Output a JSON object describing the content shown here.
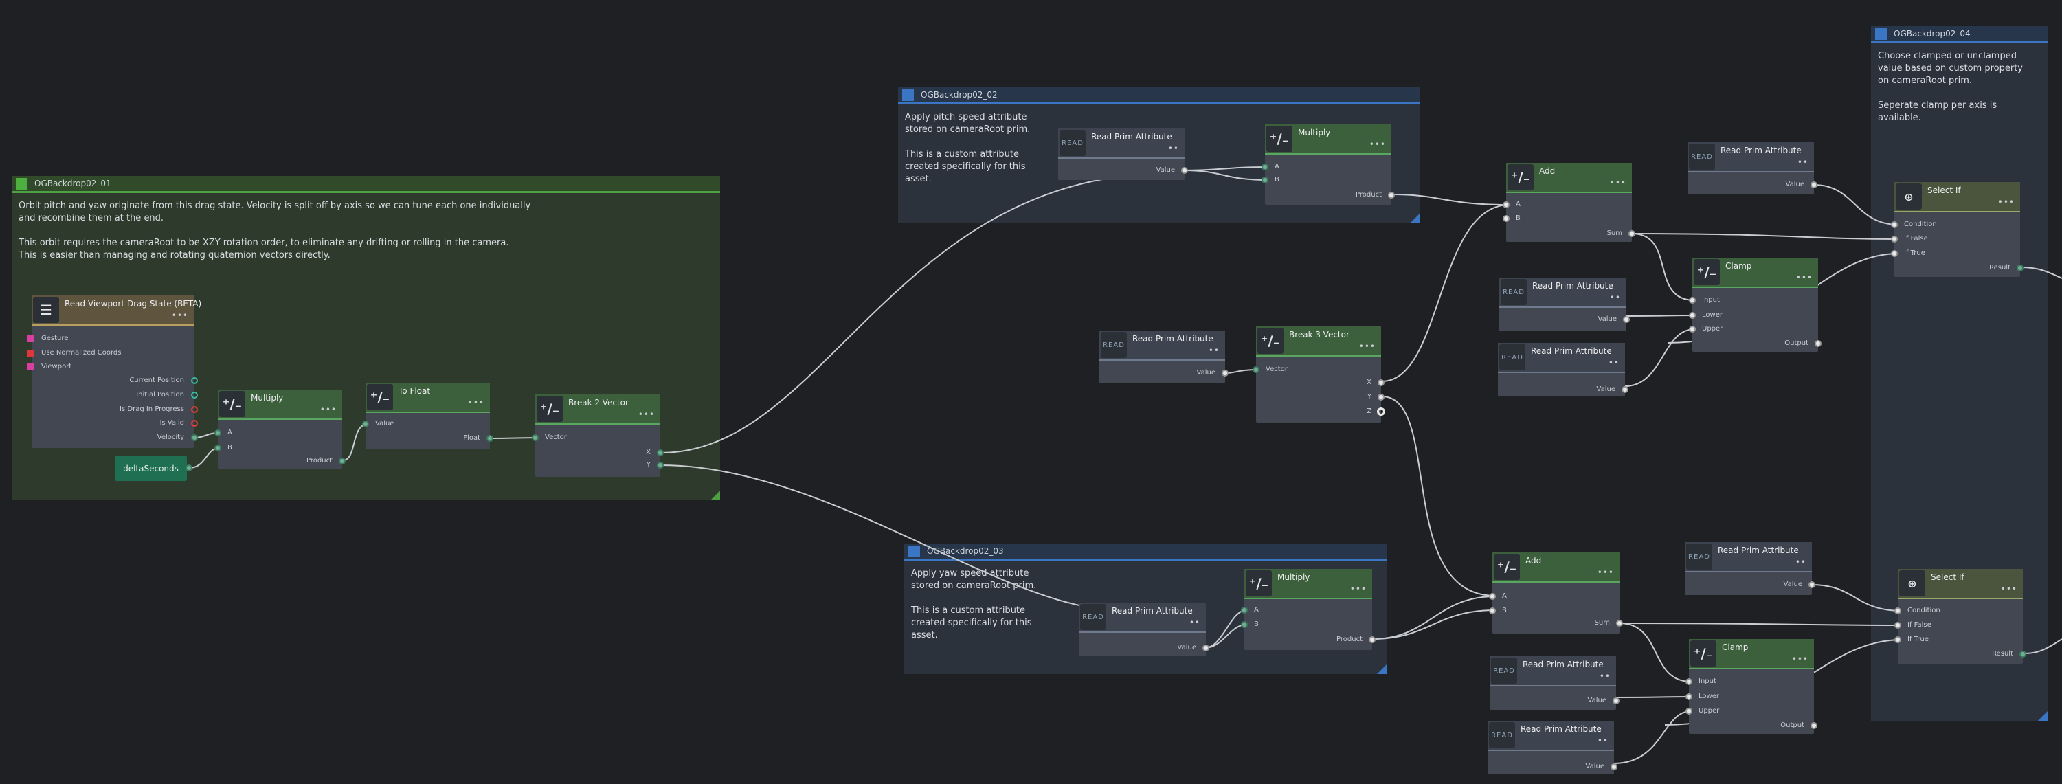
{
  "backdrops": {
    "bd01": {
      "title": "OGBackdrop02_01",
      "desc1": "Orbit pitch and yaw originate from this drag state. Velocity is split off by axis so we can tune each one individually\nand recombine them at the end.",
      "desc2": "This orbit requires the cameraRoot to be XZY rotation order, to eliminate any drifting or rolling in the camera.\nThis is easier than managing and rotating quaternion vectors directly."
    },
    "bd02": {
      "title": "OGBackdrop02_02",
      "desc1": "Apply pitch speed attribute\nstored on cameraRoot prim.",
      "desc2": "This is a custom attribute\ncreated specifically for this\nasset."
    },
    "bd03": {
      "title": "OGBackdrop02_03",
      "desc1": "Apply yaw speed attribute\nstored on cameraRoot prim.",
      "desc2": "This is a custom attribute\ncreated specifically for this\nasset."
    },
    "bd04": {
      "title": "OGBackdrop02_04",
      "desc1": "Choose clamped or unclamped\nvalue based on custom property\non cameraRoot prim.",
      "desc2": "Seperate clamp per axis is\navailable."
    }
  },
  "nodes": {
    "viewport": {
      "title": "Read Viewport Drag State (BETA)",
      "dots": "•••",
      "in_gesture": "Gesture",
      "in_normalized": "Use Normalized Coords",
      "in_viewport": "Viewport",
      "out_current": "Current Position",
      "out_initial": "Initial Position",
      "out_drag": "Is Drag In Progress",
      "out_valid": "Is Valid",
      "out_velocity": "Velocity"
    },
    "delta": {
      "label": "deltaSeconds"
    },
    "multiply1": {
      "title": "Multiply",
      "dots": "•••",
      "a": "A",
      "b": "B",
      "out": "Product"
    },
    "tofloat": {
      "title": "To Float",
      "dots": "•••",
      "in": "Value",
      "out": "Float"
    },
    "break2": {
      "title": "Break 2-Vector",
      "dots": "•••",
      "in": "Vector",
      "x": "X",
      "y": "Y"
    },
    "read_pitch": {
      "icon": "READ",
      "title": "Read Prim Attribute",
      "dots": "••",
      "out": "Value"
    },
    "multiply_pitch": {
      "title": "Multiply",
      "dots": "•••",
      "a": "A",
      "b": "B",
      "out": "Product"
    },
    "read_b3": {
      "icon": "READ",
      "title": "Read Prim Attribute",
      "dots": "••",
      "out": "Value"
    },
    "break3": {
      "title": "Break 3-Vector",
      "dots": "•••",
      "in": "Vector",
      "x": "X",
      "y": "Y",
      "z": "Z"
    },
    "read_yaw": {
      "icon": "READ",
      "title": "Read Prim Attribute",
      "dots": "••",
      "out": "Value"
    },
    "multiply_yaw": {
      "title": "Multiply",
      "dots": "•••",
      "a": "A",
      "b": "B",
      "out": "Product"
    },
    "add_top": {
      "title": "Add",
      "dots": "•••",
      "a": "A",
      "b": "B",
      "out": "Sum"
    },
    "add_bot": {
      "title": "Add",
      "dots": "•••",
      "a": "A",
      "b": "B",
      "out": "Sum"
    },
    "read_sel_top": {
      "icon": "READ",
      "title": "Read Prim Attribute",
      "dots": "••",
      "out": "Value"
    },
    "read_lower_top": {
      "icon": "READ",
      "title": "Read Prim Attribute",
      "dots": "••",
      "out": "Value"
    },
    "read_upper_top": {
      "icon": "READ",
      "title": "Read Prim Attribute",
      "dots": "••",
      "out": "Value"
    },
    "clamp_top": {
      "title": "Clamp",
      "dots": "•••",
      "input": "Input",
      "lower": "Lower",
      "upper": "Upper",
      "out": "Output"
    },
    "read_sel_bot": {
      "icon": "READ",
      "title": "Read Prim Attribute",
      "dots": "••",
      "out": "Value"
    },
    "read_lower_bot": {
      "icon": "READ",
      "title": "Read Prim Attribute",
      "dots": "••",
      "out": "Value"
    },
    "read_upper_bot": {
      "icon": "READ",
      "title": "Read Prim Attribute",
      "dots": "••",
      "out": "Value"
    },
    "clamp_bot": {
      "title": "Clamp",
      "dots": "•••",
      "input": "Input",
      "lower": "Lower",
      "upper": "Upper",
      "out": "Output"
    },
    "select_top": {
      "title": "Select If",
      "dots": "•••",
      "cond": "Condition",
      "iffalse": "If False",
      "iftrue": "If True",
      "out": "Result"
    },
    "select_bot": {
      "title": "Select If",
      "dots": "•••",
      "cond": "Condition",
      "iffalse": "If False",
      "iftrue": "If True",
      "out": "Result"
    }
  },
  "colors": {
    "canvas": "#1f2023",
    "node_body": "#434751",
    "math_header": "#3c5f3c",
    "backdrop_green": "#4da043",
    "backdrop_blue": "#3a76c4",
    "wire": "#c9cdd2"
  }
}
